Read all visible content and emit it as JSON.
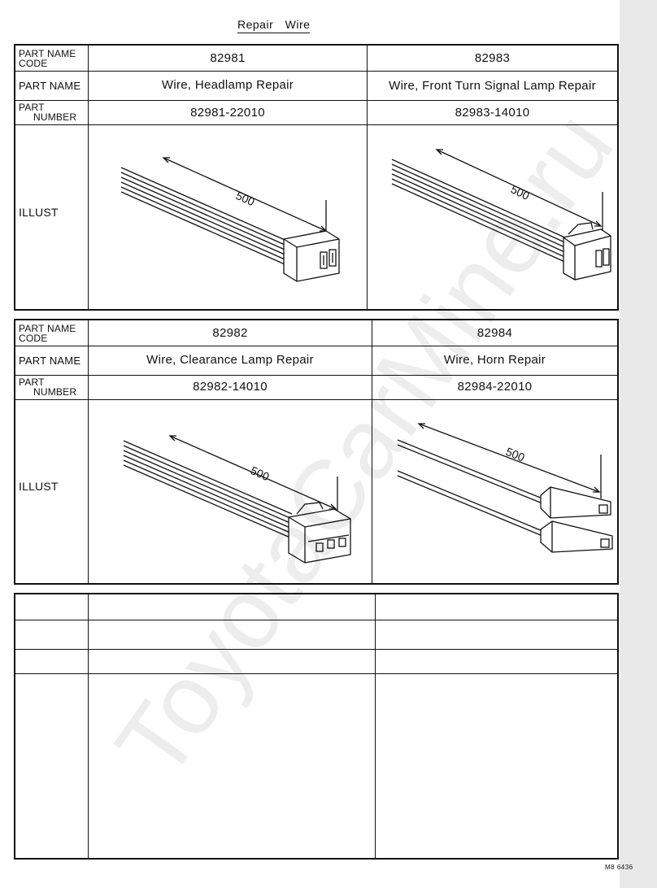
{
  "page_title": "Repair   Wire",
  "row_labels": {
    "code": "PART NAME\nCODE",
    "code_line1": "PART NAME",
    "code_line2": "CODE",
    "name": "PART NAME",
    "number_line1": "PART",
    "number_line2": "NUMBER",
    "illust": "ILLUST"
  },
  "blocks": [
    {
      "parts": [
        {
          "code": "82981",
          "name": "Wire, Headlamp Repair",
          "number": "82981-22010",
          "dimension": "500"
        },
        {
          "code": "82983",
          "name": "Wire, Front Turn Signal Lamp Repair",
          "number": "82983-14010",
          "dimension": "500"
        }
      ]
    },
    {
      "parts": [
        {
          "code": "82982",
          "name": "Wire, Clearance Lamp Repair",
          "number": "82982-14010",
          "dimension": "500"
        },
        {
          "code": "82984",
          "name": "Wire, Horn Repair",
          "number": "82984-22010",
          "dimension": "500"
        }
      ]
    }
  ],
  "watermark": "ToyotaCarMine.ru",
  "footer_code": "M8 6436"
}
